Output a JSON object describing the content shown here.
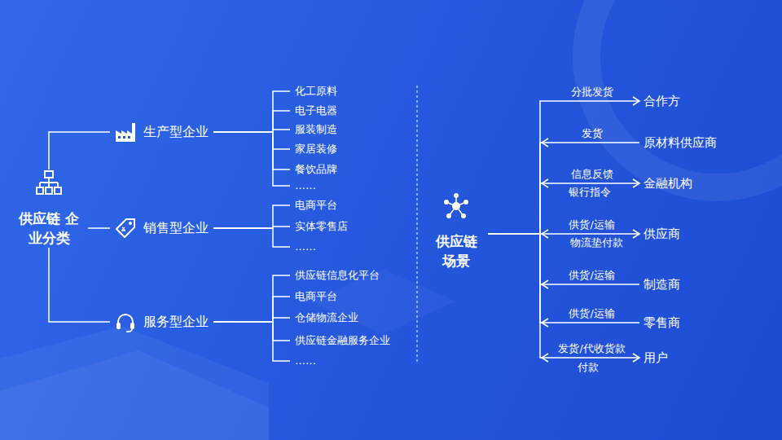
{
  "diagram": {
    "nodes": [
      {
        "text": [
          "供应链 企业分类"
        ]
      },
      {
        "text": [
          "生产型企业"
        ]
      },
      {
        "text": [
          "化工原料"
        ]
      },
      {
        "text": [
          "电子电器"
        ]
      },
      {
        "text": [
          "服装制造"
        ]
      },
      {
        "text": [
          "家居装修"
        ]
      },
      {
        "text": [
          "餐饮品牌"
        ]
      },
      {
        "text": [
          "……"
        ]
      },
      {
        "text": [
          "销售型企业"
        ]
      },
      {
        "text": [
          "电商平台"
        ]
      },
      {
        "text": [
          "实体零售店"
        ]
      },
      {
        "text": [
          "……"
        ]
      },
      {
        "text": [
          "服务型企业"
        ]
      },
      {
        "text": [
          "供应链信息化平台"
        ]
      },
      {
        "text": [
          "电商平台"
        ]
      },
      {
        "text": [
          "仓储物流企业"
        ]
      },
      {
        "text": [
          "供应链金融服务企业"
        ]
      },
      {
        "text": [
          "……"
        ]
      },
      {
        "text": [
          "供应链 场景"
        ]
      },
      {
        "text": [
          "合作方"
        ]
      },
      {
        "text": [
          "原材料供应商"
        ]
      },
      {
        "text": [
          "金融机构"
        ]
      },
      {
        "text": [
          "供应商"
        ]
      },
      {
        "text": [
          "制造商"
        ]
      },
      {
        "text": [
          "零售商"
        ]
      },
      {
        "text": [
          "用户"
        ]
      }
    ],
    "edges": [
      {
        "from": 0,
        "to": 1,
        "arrow": "none"
      },
      {
        "from": 0,
        "to": 8,
        "arrow": "none"
      },
      {
        "from": 0,
        "to": 12,
        "arrow": "none"
      },
      {
        "from": 1,
        "to": 2,
        "arrow": "none"
      },
      {
        "from": 1,
        "to": 3,
        "arrow": "none"
      },
      {
        "from": 1,
        "to": 4,
        "arrow": "none"
      },
      {
        "from": 1,
        "to": 5,
        "arrow": "none"
      },
      {
        "from": 1,
        "to": 6,
        "arrow": "none"
      },
      {
        "from": 1,
        "to": 7,
        "arrow": "none"
      },
      {
        "from": 8,
        "to": 9,
        "arrow": "none"
      },
      {
        "from": 8,
        "to": 10,
        "arrow": "none"
      },
      {
        "from": 8,
        "to": 11,
        "arrow": "none"
      },
      {
        "from": 12,
        "to": 13,
        "arrow": "none"
      },
      {
        "from": 12,
        "to": 14,
        "arrow": "none"
      },
      {
        "from": 12,
        "to": 15,
        "arrow": "none"
      },
      {
        "from": 12,
        "to": 16,
        "arrow": "none"
      },
      {
        "from": 12,
        "to": 17,
        "arrow": "none"
      },
      {
        "from": 18,
        "to": 19,
        "label": "分批发货",
        "arrow": "to"
      },
      {
        "from": 20,
        "to": 18,
        "label": "发货",
        "arrow": "to"
      },
      {
        "from": 18,
        "to": 21,
        "label": "信息反馈",
        "arrow": "both"
      },
      {
        "from": 18,
        "to": 22,
        "label": "供货/运输",
        "arrow": "both"
      },
      {
        "from": 23,
        "to": 18,
        "label": "供货/运输",
        "arrow": "to"
      },
      {
        "from": 24,
        "to": 18,
        "label": "供货/运输",
        "arrow": "to"
      },
      {
        "from": 18,
        "to": 25,
        "label": "发货/代收货款",
        "arrow": "both"
      }
    ],
    "labels": [
      "银行指令",
      "物流垫付款",
      "付款"
    ]
  }
}
